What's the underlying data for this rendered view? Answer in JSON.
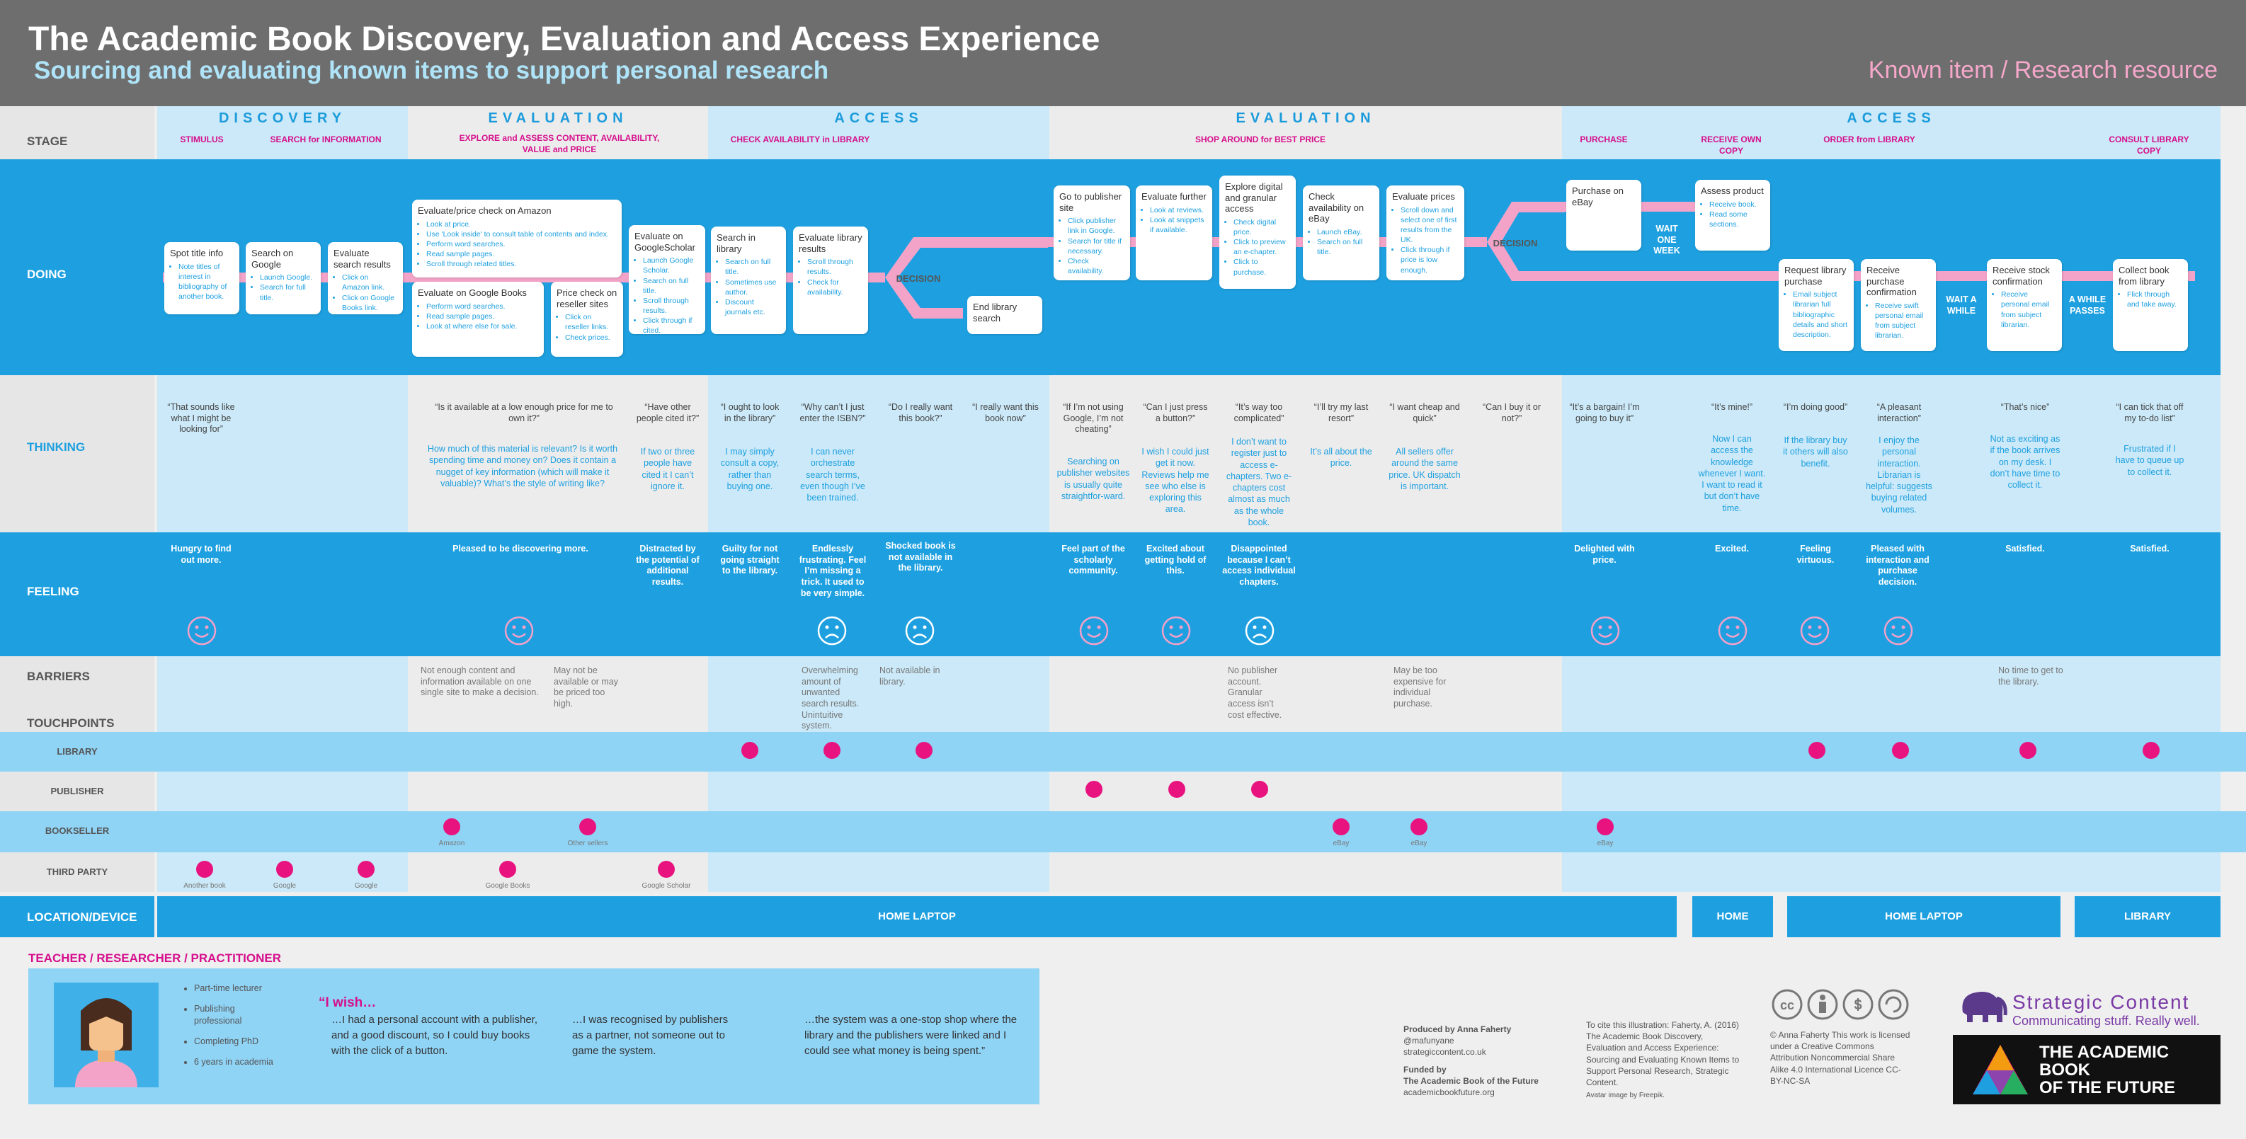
{
  "header": {
    "title": "The Academic Book Discovery, Evaluation and Access Experience",
    "subtitle": "Sourcing and evaluating known items to support personal research",
    "tag": "Known item / Research resource"
  },
  "rows": {
    "stage": "STAGE",
    "doing": "DOING",
    "thinking": "THINKING",
    "feeling": "FEELING",
    "barriers": "BARRIERS",
    "touchpoints": "TOUCHPOINTS",
    "location": "LOCATION/DEVICE"
  },
  "phases": [
    "DISCOVERY",
    "EVALUATION",
    "ACCESS",
    "EVALUATION",
    "ACCESS"
  ],
  "stages": [
    "STIMULUS",
    "SEARCH for INFORMATION",
    "EXPLORE and ASSESS CONTENT, AVAILABILITY, VALUE and PRICE",
    "CHECK AVAILABILITY in LIBRARY",
    "SHOP AROUND for BEST PRICE",
    "PURCHASE",
    "RECEIVE OWN COPY",
    "ORDER from LIBRARY",
    "CONSULT LIBRARY COPY"
  ],
  "cards": [
    {
      "t": "Spot title info",
      "i": [
        "Note titles of interest in bibliography of another book."
      ]
    },
    {
      "t": "Search on Google",
      "i": [
        "Launch Google.",
        "Search for full title."
      ]
    },
    {
      "t": "Evaluate search results",
      "i": [
        "Click on Amazon link.",
        "Click on Google Books link."
      ]
    },
    {
      "t": "Evaluate/price check on Amazon",
      "i": [
        "Look at price.",
        "Use 'Look inside' to consult table of contents and index.",
        "Perform word searches.",
        "Read sample pages.",
        "Scroll through related titles."
      ]
    },
    {
      "t": "Evaluate on Google Books",
      "i": [
        "Perform word searches.",
        "Read sample pages.",
        "Look at where else for sale."
      ]
    },
    {
      "t": "Price check on reseller sites",
      "i": [
        "Click on reseller links.",
        "Check prices."
      ]
    },
    {
      "t": "Evaluate on GoogleScholar",
      "i": [
        "Launch Google Scholar.",
        "Search on full title.",
        "Scroll through results.",
        "Click through if cited."
      ]
    },
    {
      "t": "Search in library",
      "i": [
        "Search on full title.",
        "Sometimes use author.",
        "Discount journals etc."
      ]
    },
    {
      "t": "Evaluate library results",
      "i": [
        "Scroll through results.",
        "Check for availability."
      ]
    },
    {
      "t": "End library search",
      "i": []
    },
    {
      "t": "Go to publisher site",
      "i": [
        "Click publisher link in Google.",
        "Search for title if necessary.",
        "Check availability."
      ]
    },
    {
      "t": "Evaluate further",
      "i": [
        "Look at reviews.",
        "Look at snippets if available."
      ]
    },
    {
      "t": "Explore digital and granular access",
      "i": [
        "Check digital price.",
        "Click to preview an e-chapter.",
        "Click to purchase."
      ]
    },
    {
      "t": "Check availability on eBay",
      "i": [
        "Launch eBay.",
        "Search on full title."
      ]
    },
    {
      "t": "Evaluate prices",
      "i": [
        "Scroll down and select one of first results from the UK.",
        "Click through if price is low enough."
      ]
    },
    {
      "t": "Purchase on eBay",
      "i": []
    },
    {
      "t": "Assess product",
      "i": [
        "Receive book.",
        "Read some sections."
      ]
    },
    {
      "t": "Request library purchase",
      "i": [
        "Email subject librarian full bibliographic details and short description."
      ]
    },
    {
      "t": "Receive purchase confirmation",
      "i": [
        "Receive swift personal email from subject librarian."
      ]
    },
    {
      "t": "Receive stock confirmation",
      "i": [
        "Receive personal email from subject librarian."
      ]
    },
    {
      "t": "Collect book from library",
      "i": [
        "Flick through and take away."
      ]
    }
  ],
  "decision": "DECISION",
  "waits": [
    "WAIT ONE WEEK",
    "WAIT A WHILE",
    "A WHILE PASSES"
  ],
  "thinking": [
    {
      "q": "“That sounds like what I might be looking for”",
      "n": ""
    },
    {
      "q": "“Is it available at a low enough price for me to own it?”",
      "n": "How much of this material is relevant? Is it worth spending time and money on? Does it contain a nugget of key information (which will make it valuable)? What’s the style of writing like?"
    },
    {
      "q": "“Have other people cited it?”",
      "n": "If two or three people have cited it I can’t ignore it."
    },
    {
      "q": "“I ought to look in the library”",
      "n": "I may simply consult a copy, rather than buying one."
    },
    {
      "q": "“Why can’t I just enter the ISBN?”",
      "n": "I can never orchestrate search terms, even though I’ve been trained."
    },
    {
      "q": "“Do I really want this book?”",
      "n": ""
    },
    {
      "q": "“I really want this book now”",
      "n": ""
    },
    {
      "q": "“If I’m not using Google, I’m not cheating”",
      "n": "Searching on publisher websites is usually quite straightfor-ward."
    },
    {
      "q": "“Can I just press a button?”",
      "n": "I wish I could just get it now. Reviews help me see who else is exploring this area."
    },
    {
      "q": "“It’s way too complicated”",
      "n": "I don’t want to register just to access e-chapters. Two e-chapters cost almost as much as the whole book."
    },
    {
      "q": "“I’ll try my last resort”",
      "n": "It’s all about the price."
    },
    {
      "q": "“I want cheap and quick”",
      "n": "All sellers offer around the same price. UK dispatch is important."
    },
    {
      "q": "“Can I buy it or not?”",
      "n": ""
    },
    {
      "q": "“It’s a bargain! I’m going to buy it”",
      "n": ""
    },
    {
      "q": "“It’s mine!”",
      "n": "Now I can access the knowledge whenever I want. I want to read it but don’t have time."
    },
    {
      "q": "“I’m doing good”",
      "n": "If the library buy it others will also benefit."
    },
    {
      "q": "“A pleasant interaction”",
      "n": "I enjoy the personal interaction. Librarian is helpful: suggests buying related volumes."
    },
    {
      "q": "“That’s nice”",
      "n": "Not as exciting as if the book arrives on my desk. I don’t have time to collect it."
    },
    {
      "q": "“I can tick that off my to-do list”",
      "n": "Frustrated if I have to queue up to collect it."
    }
  ],
  "feelings": [
    "Hungry to find out more.",
    "Pleased to be discovering more.",
    "Distracted by the potential of additional results.",
    "Guilty for not going straight to the library.",
    "Endlessly frustrating. Feel I’m missing a trick. It used to be very simple.",
    "Shocked book is not available in the library.",
    "Feel part of the scholarly community.",
    "Excited about getting hold of this.",
    "Disappointed because I can’t access individual chapters.",
    "Delighted with price.",
    "Excited.",
    "Feeling virtuous.",
    "Pleased with interaction and purchase decision.",
    "Satisfied.",
    "Satisfied."
  ],
  "barriers": [
    "Not enough content and information available on one single site to make a decision.",
    "May not be available or may be priced too high.",
    "Overwhelming amount of unwanted search results. Unintuitive system.",
    "Not available in library.",
    "No publisher account. Granular access isn’t cost effective.",
    "May be too expensive for individual purchase.",
    "No time to get to the library."
  ],
  "touchpoints": [
    "LIBRARY",
    "PUBLISHER",
    "BOOKSELLER",
    "THIRD PARTY"
  ],
  "dotlabels": [
    "Amazon",
    "Other sellers",
    "eBay",
    "eBay",
    "eBay",
    "Another book",
    "Google",
    "Google",
    "Google Books",
    "Google Scholar"
  ],
  "locations": [
    "HOME LAPTOP",
    "HOME",
    "HOME LAPTOP",
    "LIBRARY"
  ],
  "persona": {
    "heading": "TEACHER / RESEARCHER / PRACTITIONER",
    "facts": [
      "Part-time lecturer",
      "Publishing professional",
      "Completing PhD",
      "6 years in academia"
    ],
    "wish_title": "“I wish…",
    "wishes": [
      "…I had a personal account with a publisher, and a good discount, so I could buy books with the click of a button.",
      "…I was recognised by publishers as a partner, not someone out to game the system.",
      "…the system was a one-stop shop where the library and the publishers were linked and I could see what money is being spent.”"
    ]
  },
  "credits": {
    "produced": "Produced by Anna Faherty",
    "twitter": "@mafunyane",
    "site": "strategiccontent.co.uk",
    "funded": "Funded by",
    "funder": "The Academic Book of the Future",
    "funder_site": "academicbookfuture.org",
    "cite": "To cite this illustration: Faherty, A. (2016) The Academic Book Discovery, Evaluation and Access Experience: Sourcing and Evaluating Known Items to Support Personal Research, Strategic Content.",
    "avatar": "Avatar image by Freepik.",
    "license": "© Anna Faherty This work is licensed under a Creative Commons Attribution Noncommercial Share Alike 4.0 International Licence CC-BY-NC-SA",
    "cc": "cc"
  },
  "brand": {
    "name": "Strategic Content",
    "tagline": "Communicating stuff. Really well.",
    "book1": "THE ACADEMIC",
    "book2": "BOOK",
    "book3": "OF THE FUTURE"
  },
  "colors": {
    "blue": "#1ea0e0",
    "pink": "#e8137f",
    "flow": "#f4a3c8",
    "light": "#cbe9f8"
  }
}
